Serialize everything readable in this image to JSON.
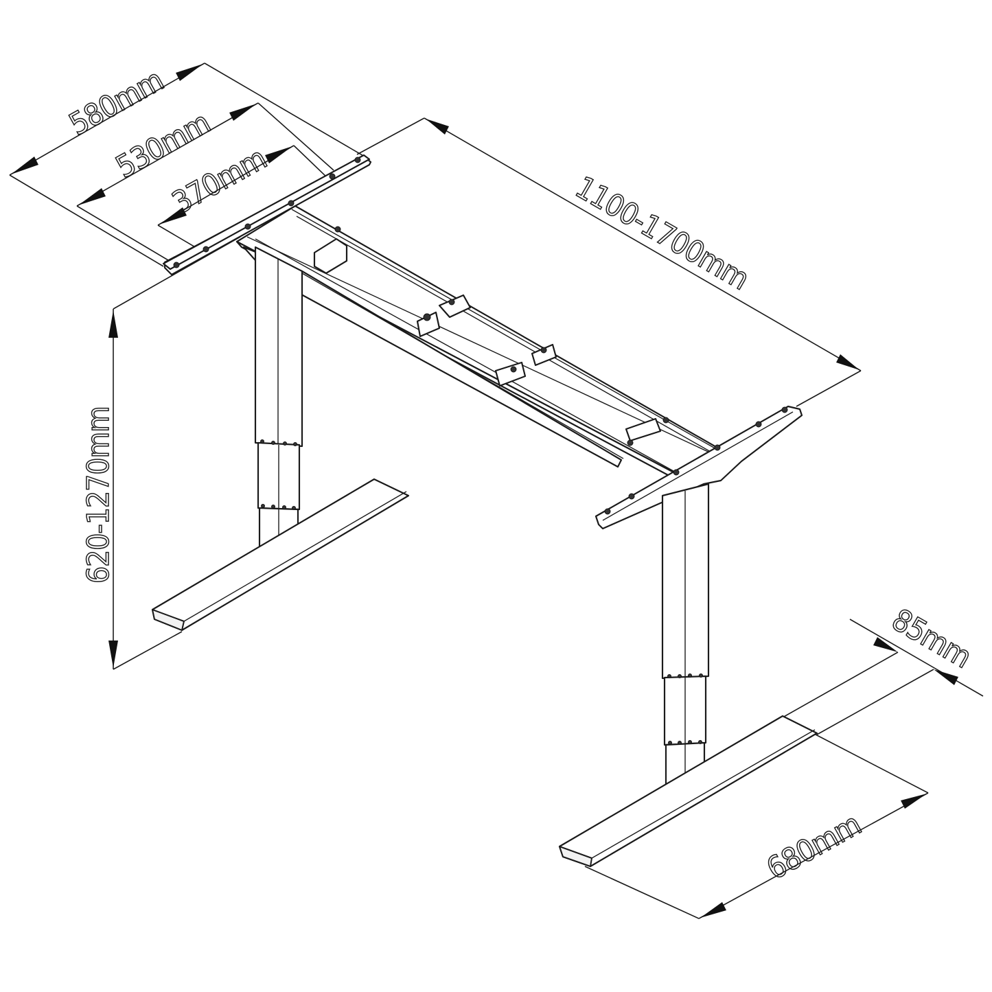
{
  "diagram": {
    "subject": "Height-adjustable standing desk frame (dual leg)",
    "dimensions": {
      "mount_outer_width": "580mm",
      "mount_mid_width": "530mm",
      "mount_inner_width": "370mm",
      "frame_length_range": "1100-1700mm",
      "height_range": "620-1270mm",
      "foot_width": "85mm",
      "foot_length": "680mm"
    },
    "colors": {
      "line": "#1a1a1a",
      "background": "#ffffff"
    }
  }
}
